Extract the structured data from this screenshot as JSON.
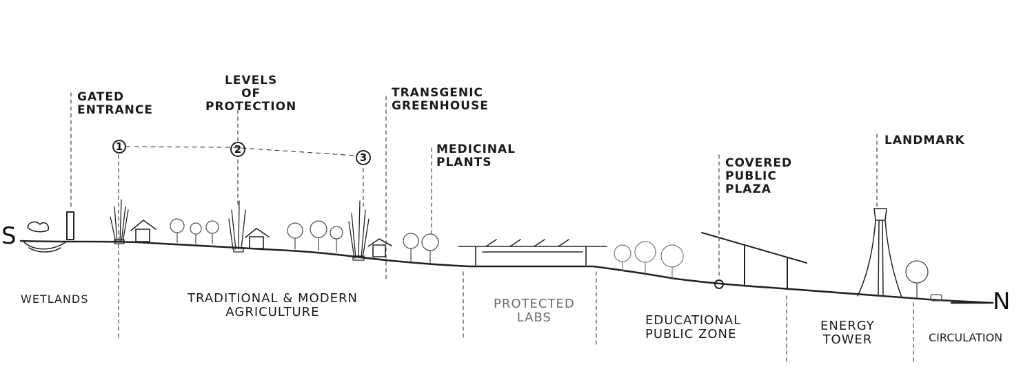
{
  "ends": {
    "south": "S",
    "north": "N"
  },
  "callouts": {
    "gated_entrance": "GATED\nENTRANCE",
    "levels_of_protection": "LEVELS\nOF\nPROTECTION",
    "transgenic_greenhouse": "TRANSGENIC\nGREENHOUSE",
    "medicinal_plants": "MEDICINAL\nPLANTS",
    "covered_public_plaza": "COVERED\nPUBLIC\nPLAZA",
    "landmark": "LANDMARK"
  },
  "markers": [
    "1",
    "2",
    "3"
  ],
  "zones": {
    "wetlands": "WETLANDS",
    "agriculture": "TRADITIONAL & MODERN\nAGRICULTURE",
    "protected_labs": "PROTECTED\nLABS",
    "educational_public_zone": "EDUCATIONAL\nPUBLIC ZONE",
    "energy_tower": "ENERGY\nTOWER",
    "circulation": "CIRCULATION"
  },
  "colors": {
    "ink": "#1a1a1a",
    "pencil": "#6a6a6a",
    "paper": "#ffffff"
  }
}
